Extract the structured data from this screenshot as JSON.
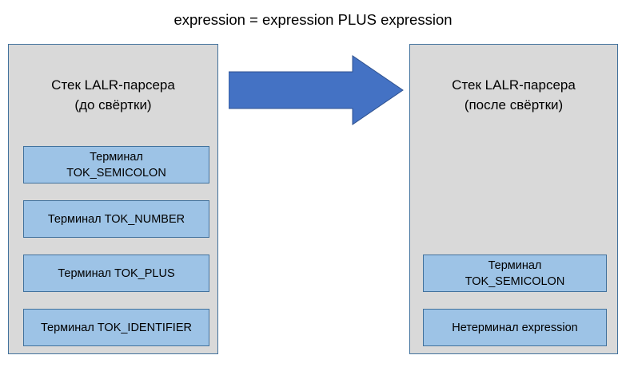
{
  "title": "expression = expression PLUS expression",
  "colors": {
    "panel_fill": "#d9d9d9",
    "panel_border": "#41719c",
    "box_fill": "#9dc3e6",
    "box_border": "#41719c",
    "arrow_fill": "#4472c4",
    "arrow_border": "#2f528f",
    "background": "#ffffff",
    "text": "#000000"
  },
  "panels": {
    "before": {
      "heading_line1": "Стек LALR-парсера",
      "heading_line2": "(до свёртки)",
      "items": [
        {
          "label": "Терминал\nTOK_SEMICOLON"
        },
        {
          "label": "Терминал TOK_NUMBER"
        },
        {
          "label": "Терминал TOK_PLUS"
        },
        {
          "label": "Терминал TOK_IDENTIFIER"
        }
      ]
    },
    "after": {
      "heading_line1": "Стек LALR-парсера",
      "heading_line2": "(после свёртки)",
      "items": [
        {
          "label": "Терминал\nTOK_SEMICOLON"
        },
        {
          "label": "Нетерминал expression"
        }
      ]
    }
  },
  "arrow": {
    "icon": "right-block-arrow-icon",
    "direction": "right"
  }
}
